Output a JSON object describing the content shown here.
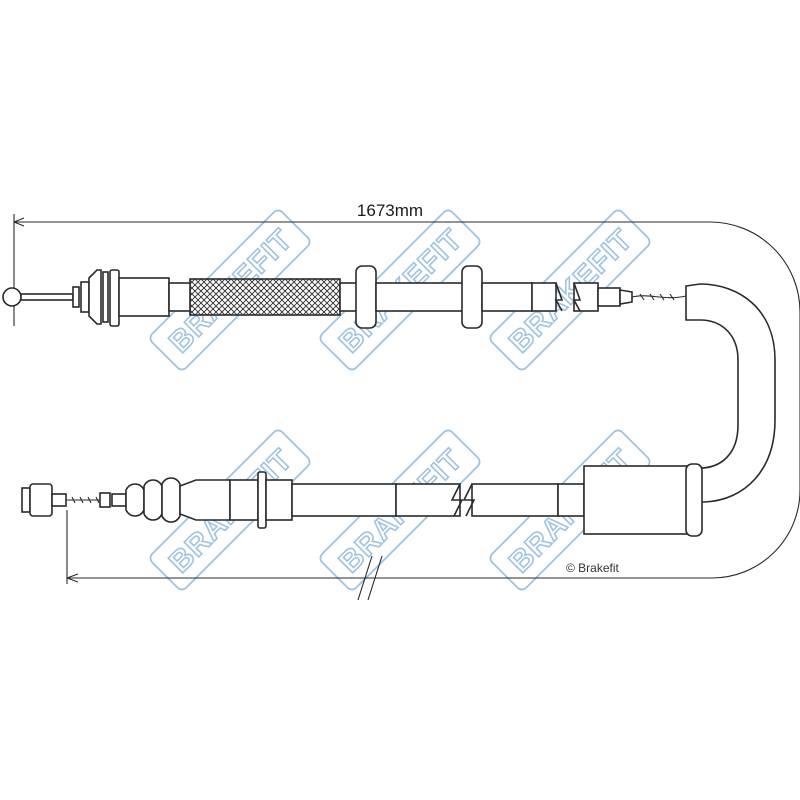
{
  "dimension": {
    "length_label": "1673mm"
  },
  "copyright": {
    "label": "© Brakefit"
  },
  "watermark": {
    "brand": "BRAKEFIT"
  },
  "colors": {
    "line": "#2a2a2a",
    "watermark": "#9fc3e0",
    "background": "#ffffff"
  }
}
